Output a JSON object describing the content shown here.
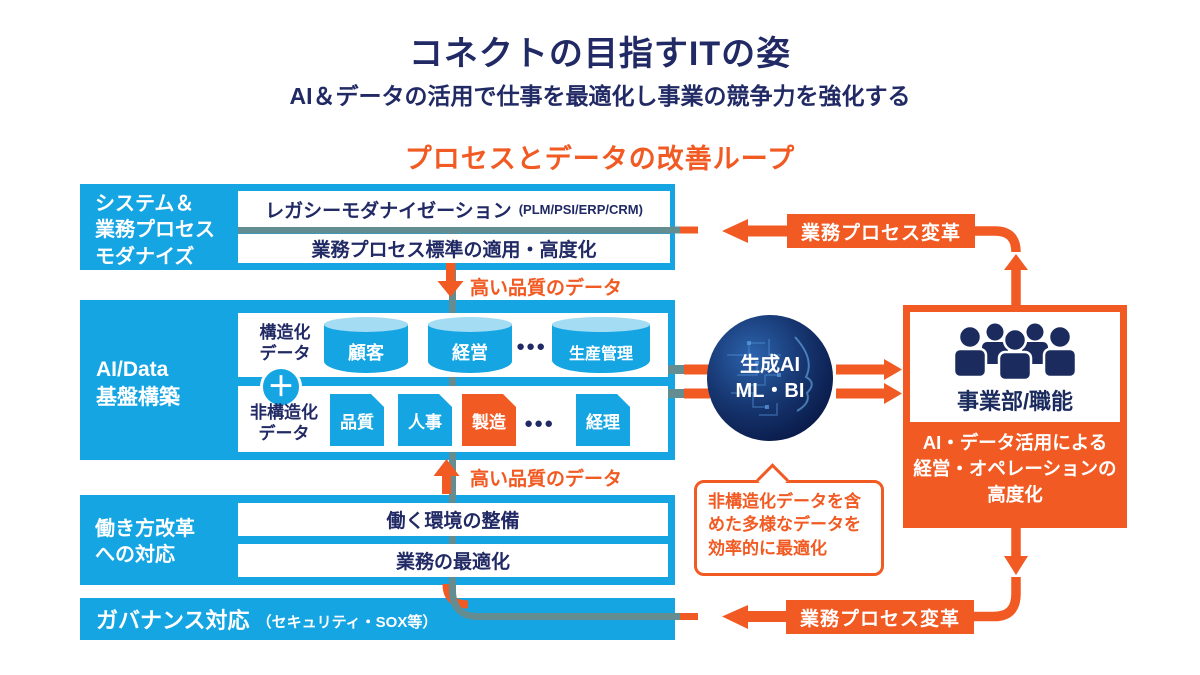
{
  "title": "コネクトの目指すITの姿",
  "subtitle": "AI＆データの活用で仕事を最適化し事業の競争力を強化する",
  "loop_heading": "プロセスとデータの改善ループ",
  "quality_label": "高い品質のデータ",
  "process_change_label": "業務プロセス変革",
  "colors": {
    "cyan": "#14a5e2",
    "orange": "#f15a22",
    "navy": "#212a65",
    "teal": "#648d92",
    "cyl_top": "#a4dcf4",
    "icon_navy": "#1b2b5e",
    "circle_deep": "#0a1b4a"
  },
  "rows": {
    "modernize": {
      "label_lines": [
        "システム＆",
        "業務プロセス",
        "モダナイズ"
      ],
      "legacy_main": "レガシーモダナイゼーション",
      "legacy_sub": "(PLM/PSI/ERP/CRM)",
      "standard": "業務プロセス標準の適用・高度化"
    },
    "ai_data": {
      "label_lines": [
        "AI/Data",
        "基盤構築"
      ],
      "structured_lines": [
        "構造化",
        "データ"
      ],
      "plus": "＋",
      "cylinders": [
        "顧客",
        "経営",
        "生産管理"
      ],
      "dots": "●●●",
      "unstructured_lines": [
        "非構造化",
        "データ"
      ],
      "docs": [
        "品質",
        "人事",
        "製造",
        "経理"
      ]
    },
    "workstyle": {
      "label_lines": [
        "働き方改革",
        "への対応"
      ],
      "items": [
        "働く環境の整備",
        "業務の最適化"
      ]
    },
    "governance": {
      "main": "ガバナンス対応",
      "sub": "（セキュリティ・SOX等）"
    }
  },
  "ai_circle": {
    "lines": [
      "生成AI",
      "ML・BI"
    ]
  },
  "callout": {
    "lines": [
      "非構造化データを含",
      "めた多様なデータを",
      "効率的に最適化"
    ]
  },
  "business_box": {
    "title": "事業部/職能",
    "body_lines": [
      "AI・データ活用による",
      "経営・オペレーションの",
      "高度化"
    ]
  }
}
